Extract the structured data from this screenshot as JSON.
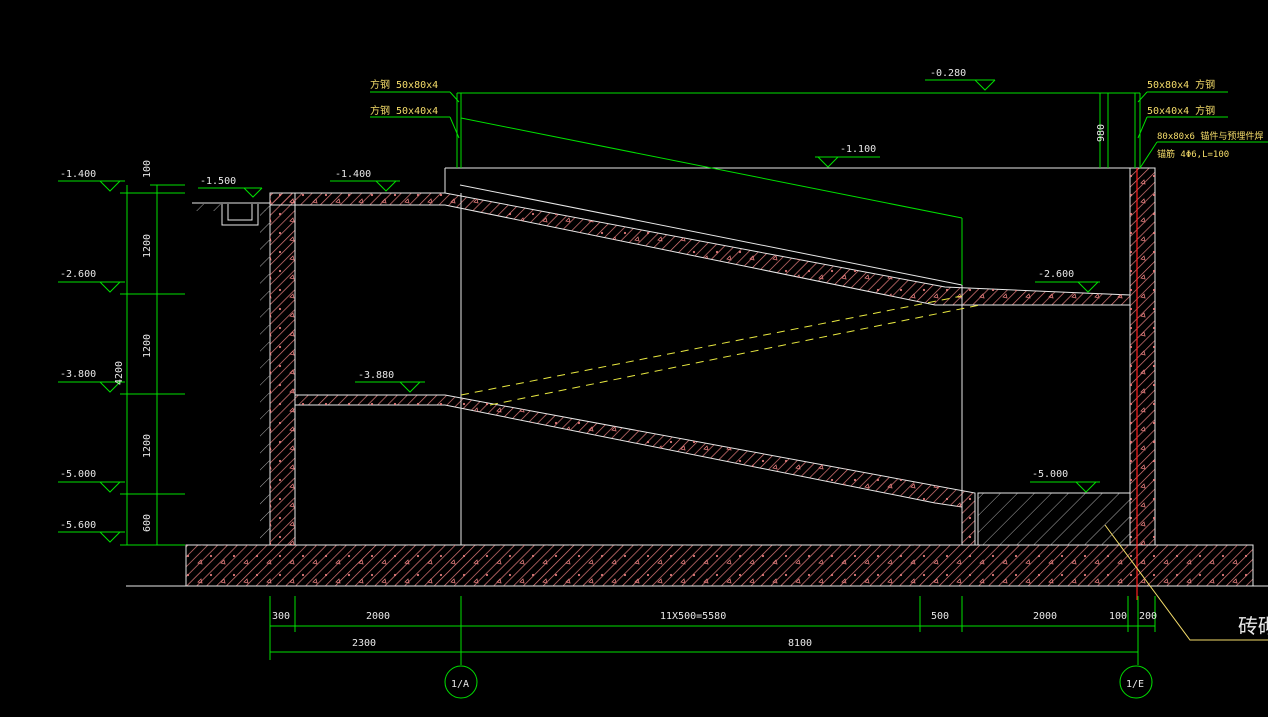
{
  "annotations": {
    "tl1": "方钢 50x80x4",
    "tl2": "方钢 50x40x4",
    "tr1": "50x80x4    方钢",
    "tr2": "50x40x4    方钢",
    "tr3": "80x80x6    锚件与预埋件焊",
    "tr4": "锚筋 4Φ6,L=100",
    "material": "砖砌"
  },
  "elevations": {
    "top": "-0.280",
    "mid_roof": "-1.100",
    "left_1400": "-1.400",
    "left_1500": "-1.500",
    "left_1400_b": "-1.400",
    "right_2600": "-2.600",
    "mid_3880": "-3.880",
    "right_5000": "-5.000",
    "scale_1400": "-1.400",
    "scale_2600": "-2.600",
    "scale_3800": "-3.800",
    "scale_5000": "-5.000",
    "scale_5600": "-5.600"
  },
  "vertical_dims": {
    "d100": "100",
    "d1200a": "1200",
    "d1200b": "1200",
    "d1200c": "1200",
    "d600": "600",
    "d4200": "4200",
    "d980": "980"
  },
  "horizontal_dims": {
    "d300": "300",
    "d2000a": "2000",
    "d5580": "11X500=5580",
    "d500": "500",
    "d2000b": "2000",
    "d100": "100",
    "d200": "200",
    "d2300": "2300",
    "d8100": "8100"
  },
  "grid_axes": {
    "left": "1/A",
    "right": "1/E"
  },
  "colors": {
    "background": "#000000",
    "line_green": "#00e000",
    "hatch": "#e07a7a",
    "dashed": "#e8e840",
    "outline": "#e8e8e8",
    "axis_red": "#ff2020"
  }
}
